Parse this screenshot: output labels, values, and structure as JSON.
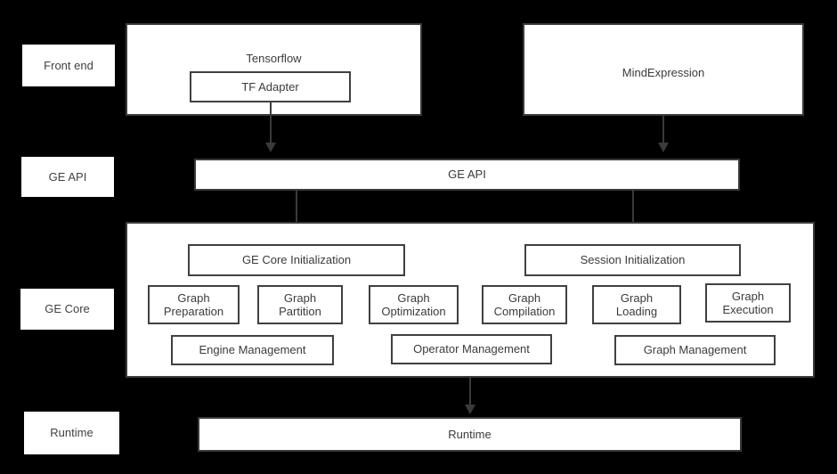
{
  "diagram": {
    "title": "GE architecture layered diagram",
    "background_color": "#000000",
    "node_fill": "#ffffff",
    "node_stroke": "#3a3a3a",
    "text_color": "#3b3b3b"
  },
  "layer_labels": [
    {
      "id": "front-end",
      "label": "Front end"
    },
    {
      "id": "ge-api",
      "label": "GE API"
    },
    {
      "id": "ge-core",
      "label": "GE Core"
    },
    {
      "id": "runtime",
      "label": "Runtime"
    }
  ],
  "front_end": {
    "tensorflow": {
      "title": "Tensorflow",
      "child": "TF Adapter"
    },
    "mindexpression": {
      "title": "MindExpression"
    }
  },
  "ge_api": {
    "label": "GE API"
  },
  "ge_core": {
    "init_boxes": [
      {
        "label": "GE Core Initialization"
      },
      {
        "label": "Session Initialization"
      }
    ],
    "modules": [
      {
        "label": "Graph\nPreparation"
      },
      {
        "label": "Graph\nPartition"
      },
      {
        "label": "Graph\nOptimization"
      },
      {
        "label": "Graph\nCompilation"
      },
      {
        "label": "Graph\nLoading"
      },
      {
        "label": "Graph\nExecution"
      }
    ],
    "management": [
      {
        "label": "Engine Management"
      },
      {
        "label": "Operator Management"
      },
      {
        "label": "Graph Management"
      }
    ]
  },
  "runtime": {
    "label": "Runtime"
  }
}
